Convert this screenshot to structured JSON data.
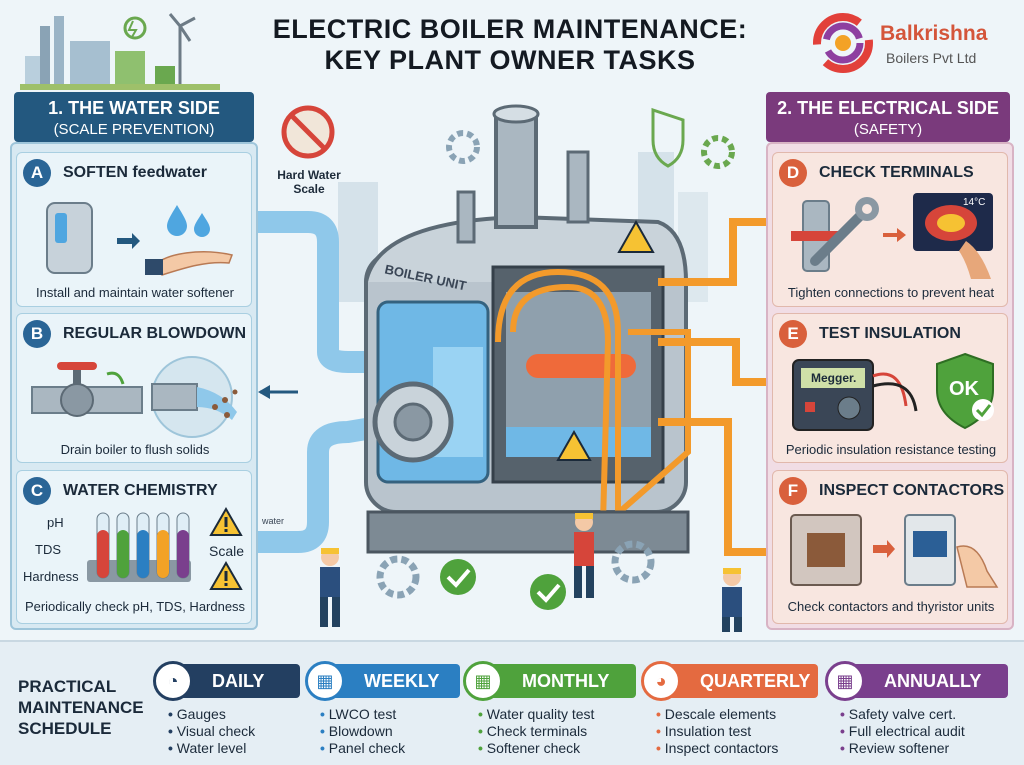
{
  "header": {
    "title_line1": "ELECTRIC BOILER MAINTENANCE:",
    "title_line2": "KEY PLANT OWNER TASKS",
    "logo_name": "Balkrishna",
    "logo_sub": "Boilers Pvt Ltd"
  },
  "water_side": {
    "banner_line1": "1. THE WATER SIDE",
    "banner_line2": "(SCALE PREVENTION)",
    "cards": [
      {
        "badge": "A",
        "title": "SOFTEN feedwater",
        "caption": "Install and maintain water softener"
      },
      {
        "badge": "B",
        "title": "REGULAR BLOWDOWN",
        "caption": "Drain boiler to flush solids"
      },
      {
        "badge": "C",
        "title": "WATER CHEMISTRY",
        "caption": "Periodically check pH, TDS, Hardness"
      }
    ],
    "chem_labels": [
      "pH",
      "TDS",
      "Hardness"
    ],
    "scale_label": "Scale"
  },
  "electrical_side": {
    "banner_line1": "2. THE ELECTRICAL SIDE",
    "banner_line2": "(SAFETY)",
    "cards": [
      {
        "badge": "D",
        "title": "CHECK TERMINALS",
        "caption": "Tighten connections to prevent heat"
      },
      {
        "badge": "E",
        "title": "TEST INSULATION",
        "caption": "Periodic insulation resistance testing"
      },
      {
        "badge": "F",
        "title": "INSPECT CONTACTORS",
        "caption": "Check contactors and thyristor units"
      }
    ],
    "thermal_reading": "14°C",
    "megger_label": "Megger.",
    "ok_label": "OK"
  },
  "center": {
    "boiler_label": "BOILER UNIT",
    "hard_water_label_1": "Hard Water",
    "hard_water_label_2": "Scale",
    "inlet_label": "water"
  },
  "schedule": {
    "title_lines": [
      "PRACTICAL",
      "MAINTENANCE",
      "SCHEDULE"
    ],
    "columns": [
      {
        "key": "daily",
        "label": "DAILY",
        "items": [
          "Gauges",
          "Visual check",
          "Water level"
        ]
      },
      {
        "key": "weekly",
        "label": "WEEKLY",
        "items": [
          "LWCO test",
          "Blowdown",
          "Panel check"
        ]
      },
      {
        "key": "monthly",
        "label": "MONTHLY",
        "items": [
          "Water quality test",
          "Check terminals",
          "Softener check"
        ]
      },
      {
        "key": "quarterly",
        "label": "QUARTERLY",
        "items": [
          "Descale elements",
          "Insulation test",
          "Inspect contactors"
        ]
      },
      {
        "key": "annually",
        "label": "ANNUALLY",
        "items": [
          "Safety valve cert.",
          "Full electrical audit",
          "Review softener"
        ]
      }
    ]
  },
  "colors": {
    "water_primary": "#23587f",
    "electric_primary": "#7a3a7c",
    "orange_wire": "#f39a2b",
    "water_pipe": "#8fc8ea"
  }
}
